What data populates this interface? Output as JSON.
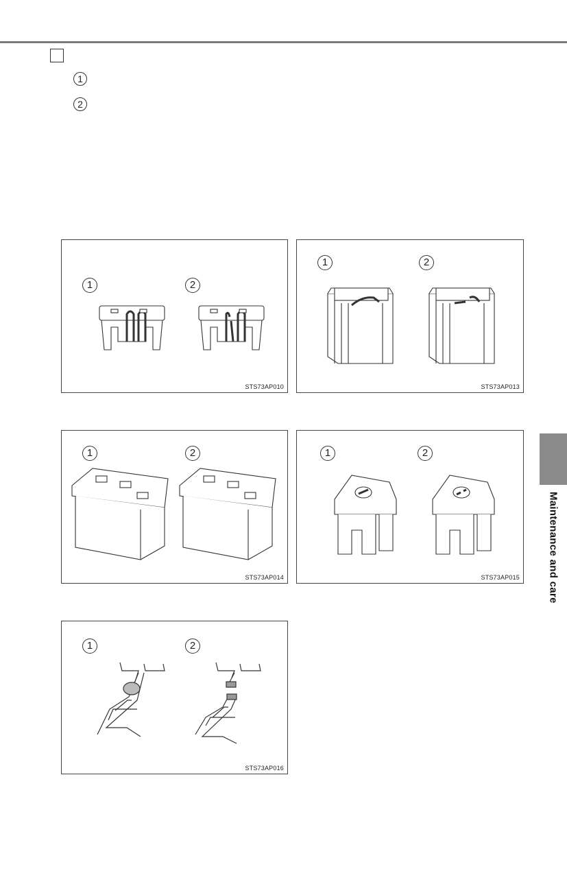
{
  "legend": {
    "item1": "1",
    "item2": "2"
  },
  "panels": [
    {
      "code": "STS73AP010",
      "label1": "1",
      "label2": "2"
    },
    {
      "code": "STS73AP013",
      "label1": "1",
      "label2": "2"
    },
    {
      "code": "STS73AP014",
      "label1": "1",
      "label2": "2"
    },
    {
      "code": "STS73AP015",
      "label1": "1",
      "label2": "2"
    },
    {
      "code": "STS73AP016",
      "label1": "1",
      "label2": "2"
    }
  ],
  "side_tab": {
    "label": "Maintenance and care"
  }
}
